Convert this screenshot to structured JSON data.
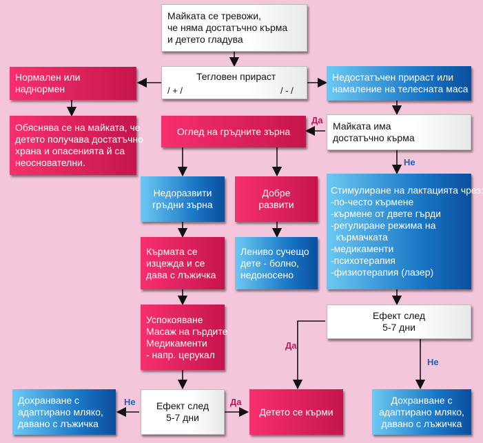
{
  "boxes": {
    "start": [
      "Майката се тревожи,",
      "че няма достатъчно кърма",
      "и детето гладува"
    ],
    "weight": {
      "title": "Тегловен прираст",
      "plus": "/ + /",
      "minus": "/ - /"
    },
    "normal": [
      "Нормален или",
      "наднормен"
    ],
    "explain": [
      "Обяснява се на майката, че",
      "детето получава достатъчно",
      "храна и опасенията й са",
      "неоснователни."
    ],
    "insufficient": [
      "Недостатъчен прираст или",
      "намаление на телесната маса"
    ],
    "enough_milk": [
      "Майката има",
      "достатъчно кърма"
    ],
    "exam": [
      "Оглед на гръдните зърна"
    ],
    "underdeveloped": [
      "Недоразвити",
      "гръдни зърна"
    ],
    "well": [
      "Добре",
      "развити"
    ],
    "stimulate": [
      "Стимулиране на лактацията чрез:",
      "-по-често кърмене",
      "-кърмене от двете гърди",
      "-регулиране режима на",
      "  кърмачката",
      "-медикаменти",
      "-психотерапия",
      "-физиотерапия (лазер)"
    ],
    "express": [
      "Кърмата се",
      "изцежда и се",
      "дава с лъжичка"
    ],
    "lazy": [
      "Лениво сучещо",
      "дете - болно,",
      "недоносено"
    ],
    "calm": [
      "Успокояване",
      "Масаж на гърдите",
      "Медикаменти",
      "- напр. церукал"
    ],
    "effect_right": [
      "Ефект след",
      "5-7 дни"
    ],
    "effect_bottom": [
      "Ефект след",
      "5-7 дни"
    ],
    "breastfed": [
      "Детето се кърми"
    ],
    "supp_left": [
      "Дохранване с",
      "адаптирано мляко,",
      "давано с лъжичка"
    ],
    "supp_right": [
      "Дохранване с",
      "адаптирано мляко,",
      "давано с лъжичка"
    ]
  },
  "labels": {
    "yes": "Да",
    "no": "Не"
  },
  "colors": {
    "background": "#f4c6dc",
    "red": "#e0225f",
    "blue": "#1976c5",
    "yes_label": "#c0145a",
    "no_label": "#1565c0"
  }
}
